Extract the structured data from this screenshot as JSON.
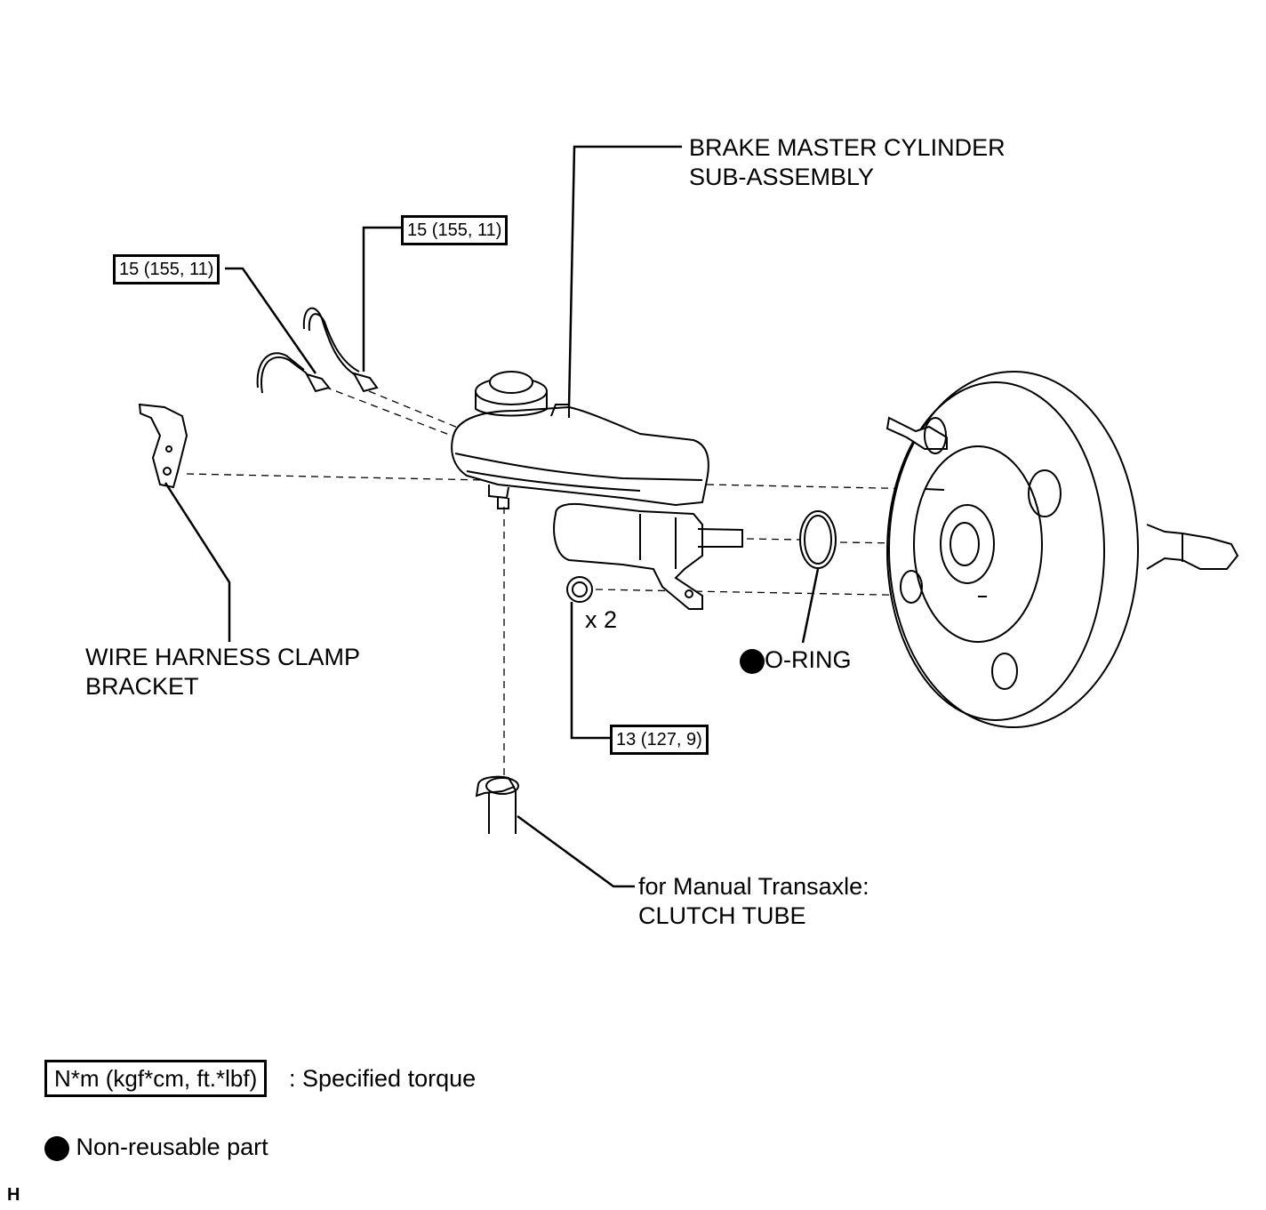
{
  "labels": {
    "brake_master_cylinder_line1": "BRAKE MASTER CYLINDER",
    "brake_master_cylinder_line2": "SUB-ASSEMBLY",
    "wire_harness_line1": "WIRE HARNESS CLAMP",
    "wire_harness_line2": "BRACKET",
    "o_ring": "O-RING",
    "quantity": "x 2",
    "clutch_line1": "for Manual Transaxle:",
    "clutch_line2": "CLUTCH TUBE"
  },
  "torque": {
    "left_tube": "15 (155, 11)",
    "right_tube": "15 (155, 11)",
    "nut": "13 (127, 9)"
  },
  "legend": {
    "torque_box": "N*m (kgf*cm, ft.*lbf)",
    "torque_desc": ": Specified torque",
    "non_reusable": "Non-reusable part"
  },
  "corner_mark": "H",
  "icons": [
    "non-reusable-dot-icon"
  ],
  "colors": {
    "ink": "#000000",
    "paper": "#ffffff"
  }
}
